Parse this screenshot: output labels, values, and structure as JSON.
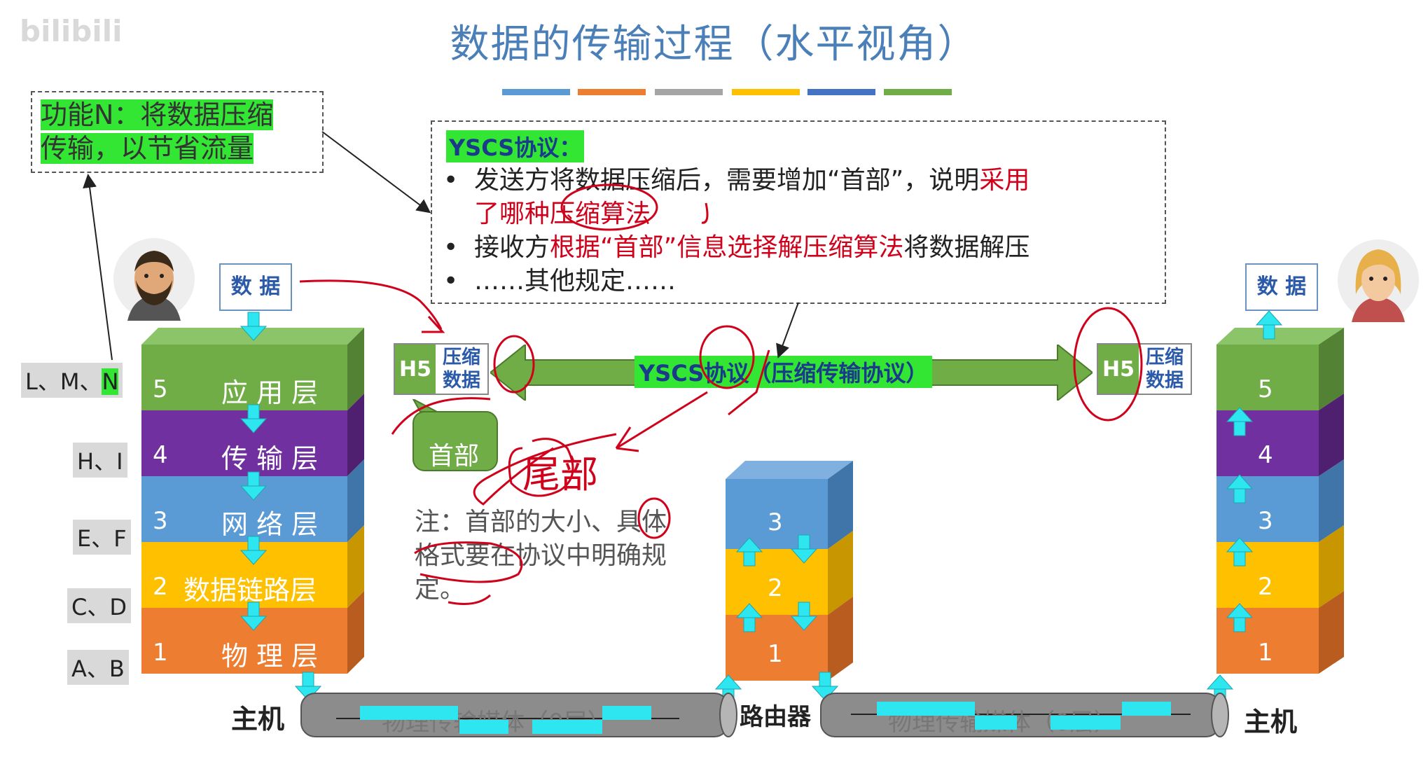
{
  "title": "数据的传输过程（水平视角）",
  "watermark": "bilibili",
  "color_bars": [
    "#5b9bd5",
    "#ed7d31",
    "#a5a5a5",
    "#ffc000",
    "#4472c4",
    "#70ad47"
  ],
  "function_box": {
    "line1": "功能N：将数据压缩",
    "line2": "传输，以节省流量"
  },
  "protocol_box": {
    "heading": "YSCS协议：",
    "bullet1_part1": "发送方将数据压缩后，需要增加“首部”，说明",
    "bullet1_part2_red": "采用",
    "bullet1_line2_red": "了哪种压缩算法",
    "bullet2_part1": "接收方",
    "bullet2_part2_red": "根据“首部”信息选择解压缩算法",
    "bullet2_part3": "将数据解压",
    "bullet3": "……其他规定……"
  },
  "left_host": {
    "data_label": "数 据",
    "layers": [
      {
        "num": "5",
        "name": "应 用 层",
        "color": "#70ad47",
        "side_label": "L、M、",
        "side_label_hl": "N"
      },
      {
        "num": "4",
        "name": "传 输 层",
        "color": "#7030a0",
        "side_label": "H、I"
      },
      {
        "num": "3",
        "name": "网 络 层",
        "color": "#5b9bd5",
        "side_label": "E、F"
      },
      {
        "num": "2",
        "name": "数据链路层",
        "color": "#ffc000",
        "side_label": "C、D"
      },
      {
        "num": "1",
        "name": "物 理 层",
        "color": "#ed7d31",
        "side_label": "A、B"
      }
    ],
    "label": "主机"
  },
  "router": {
    "layers": [
      {
        "num": "3",
        "color": "#5b9bd5"
      },
      {
        "num": "2",
        "color": "#ffc000"
      },
      {
        "num": "1",
        "color": "#ed7d31"
      }
    ],
    "label": "路由器"
  },
  "right_host": {
    "data_label": "数 据",
    "layers": [
      {
        "num": "5",
        "color": "#70ad47"
      },
      {
        "num": "4",
        "color": "#7030a0"
      },
      {
        "num": "3",
        "color": "#5b9bd5"
      },
      {
        "num": "2",
        "color": "#ffc000"
      },
      {
        "num": "1",
        "color": "#ed7d31"
      }
    ],
    "label": "主机"
  },
  "packet_left": {
    "header": "H5",
    "data_line1": "压缩",
    "data_line2": "数据"
  },
  "packet_right": {
    "header": "H5",
    "data_line1": "压缩",
    "data_line2": "数据"
  },
  "protocol_arrow_label": "YSCS协议（压缩传输协议）",
  "header_callout": "首部",
  "note": "注：首部的大小、具体格式要在协议中明确规定。",
  "medium_left": "物理传输媒体（0层）",
  "medium_right": "物理传输媒体（0层）",
  "handwriting": "尾部"
}
